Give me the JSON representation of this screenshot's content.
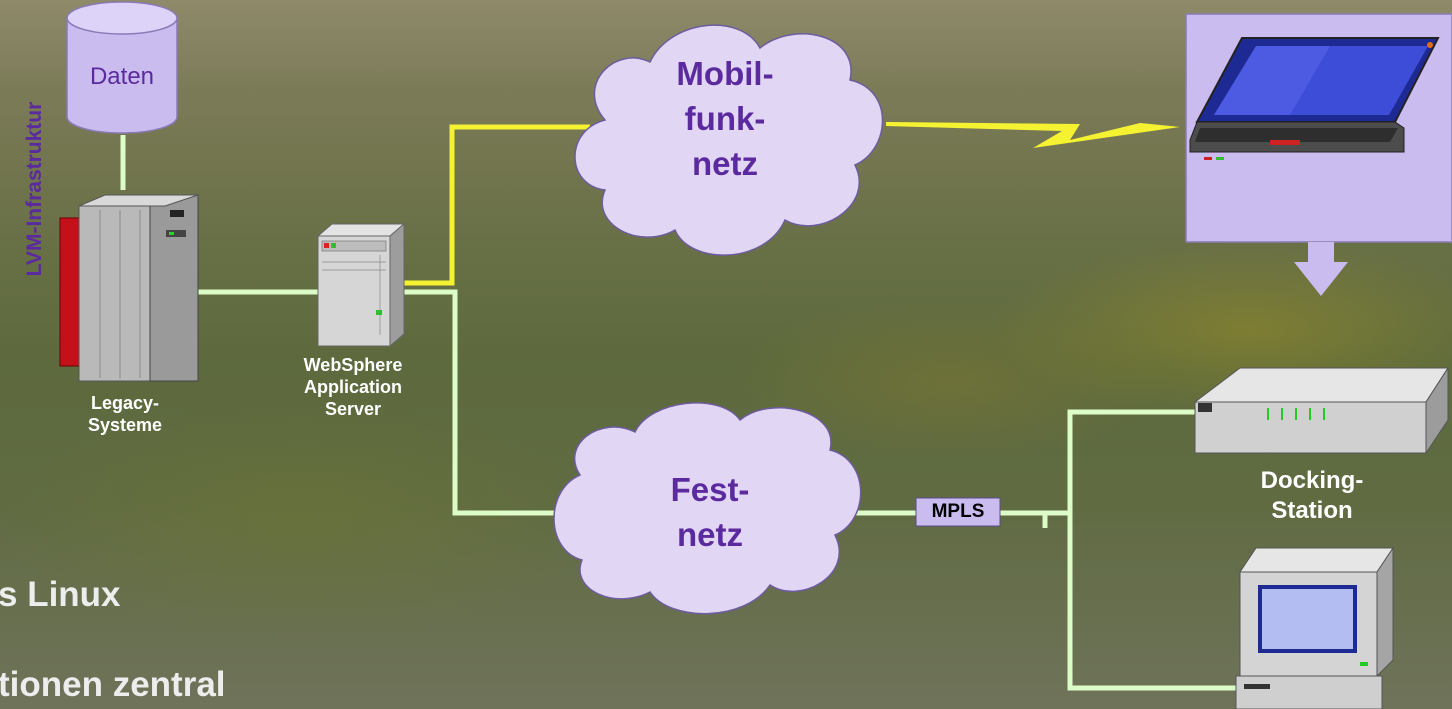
{
  "sidebar_label": "LVM-Infrastruktur",
  "nodes": {
    "database": "Daten",
    "legacy": "Legacy-\nSysteme",
    "websphere": "WebSphere\nApplication\nServer",
    "mobile_network": "Mobil-\nfunk-\nnetz",
    "fixed_network": "Fest-\nnetz",
    "mpls": "MPLS",
    "docking": "Docking-\nStation"
  },
  "background_text": {
    "line1": "s Linux",
    "line2": "tionen zentral"
  },
  "colors": {
    "accent_purple": "#5b2a9e",
    "cloud_fill": "#e2d6f5",
    "panel_fill": "#cbbcf0",
    "wireless_link": "#f5f232",
    "wired_link": "#ddfdc8"
  }
}
